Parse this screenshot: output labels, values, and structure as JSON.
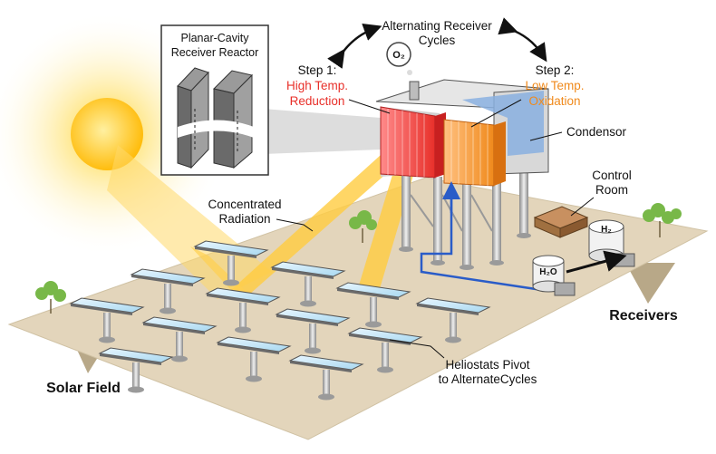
{
  "labels": {
    "alternating_line1": "Alternating Receiver",
    "alternating_line2": "Cycles",
    "step1": "Step 1:",
    "step1_a": "High Temp.",
    "step1_b": "Reduction",
    "step2": "Step 2:",
    "step2_a": "Low Temp.",
    "step2_b": "Oxidation",
    "condensor": "Condensor",
    "control_room_1": "Control",
    "control_room_2": "Room",
    "reactor_1": "Planar-Cavity",
    "reactor_2": "Receiver Reactor",
    "radiation_1": "Concentrated",
    "radiation_2": "Radiation",
    "heliostats_1": "Heliostats Pivot",
    "heliostats_2": "to AlternateCycles",
    "receivers": "Receivers",
    "solar_field": "Solar Field",
    "o2": "O₂",
    "h2": "H₂",
    "h2o": "H₂O"
  },
  "colors": {
    "ground": "#e3d5bb",
    "ground_edge": "#b8a888",
    "sun": "#ffc020",
    "beam": "#ffd060",
    "reduction_red": "#e8302a",
    "oxidation_orange": "#f08a1c",
    "condensor_blue": "#8ab0e0",
    "pipe_blue": "#2a5cc8"
  }
}
